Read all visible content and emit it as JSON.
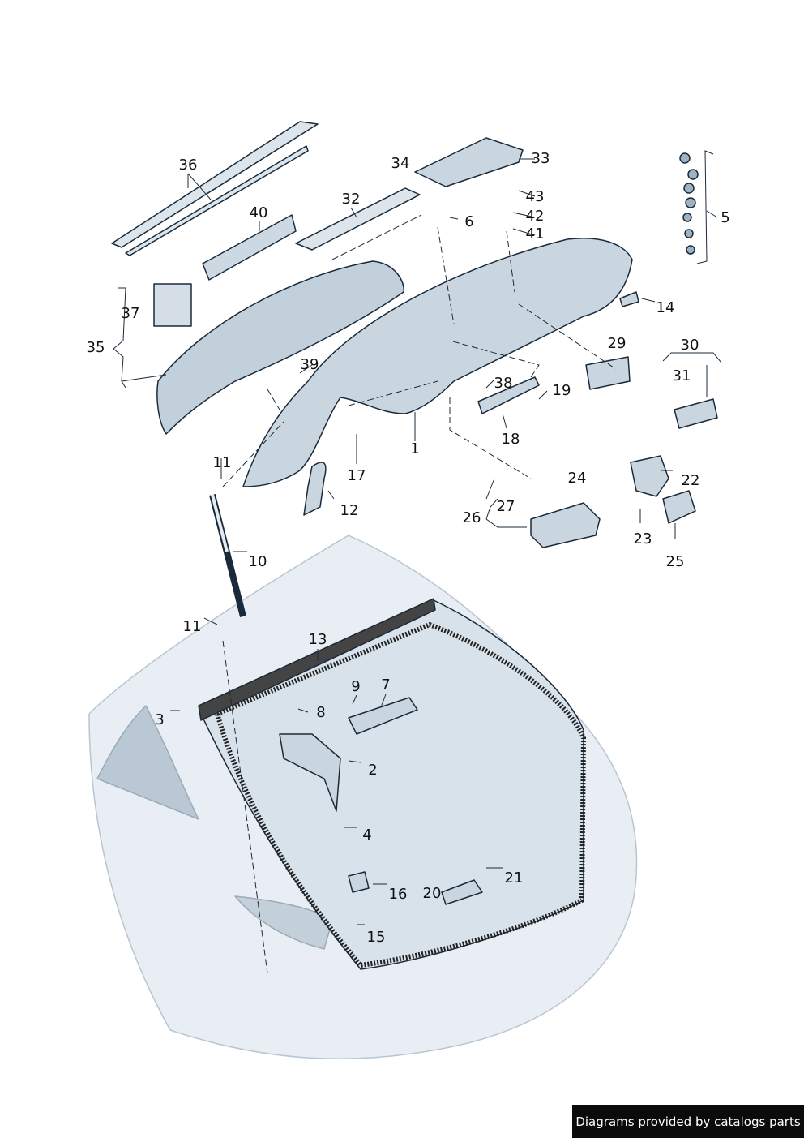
{
  "diagram": {
    "callouts": [
      "36",
      "40",
      "32",
      "34",
      "33",
      "43",
      "6",
      "42",
      "41",
      "5",
      "37",
      "35",
      "14",
      "39",
      "29",
      "30",
      "31",
      "38",
      "19",
      "18",
      "1",
      "17",
      "11",
      "12",
      "24",
      "22",
      "27",
      "26",
      "23",
      "25",
      "10",
      "11",
      "13",
      "9",
      "7",
      "8",
      "3",
      "2",
      "4",
      "16",
      "20",
      "21",
      "15"
    ]
  },
  "colors": {
    "part_fill": "#c9d6e0",
    "part_dark": "#8fa3b4",
    "body_fill": "#e4ebf1",
    "line": "#1a2a3a"
  },
  "footer": {
    "text": "Diagrams provided by catalogs parts"
  }
}
